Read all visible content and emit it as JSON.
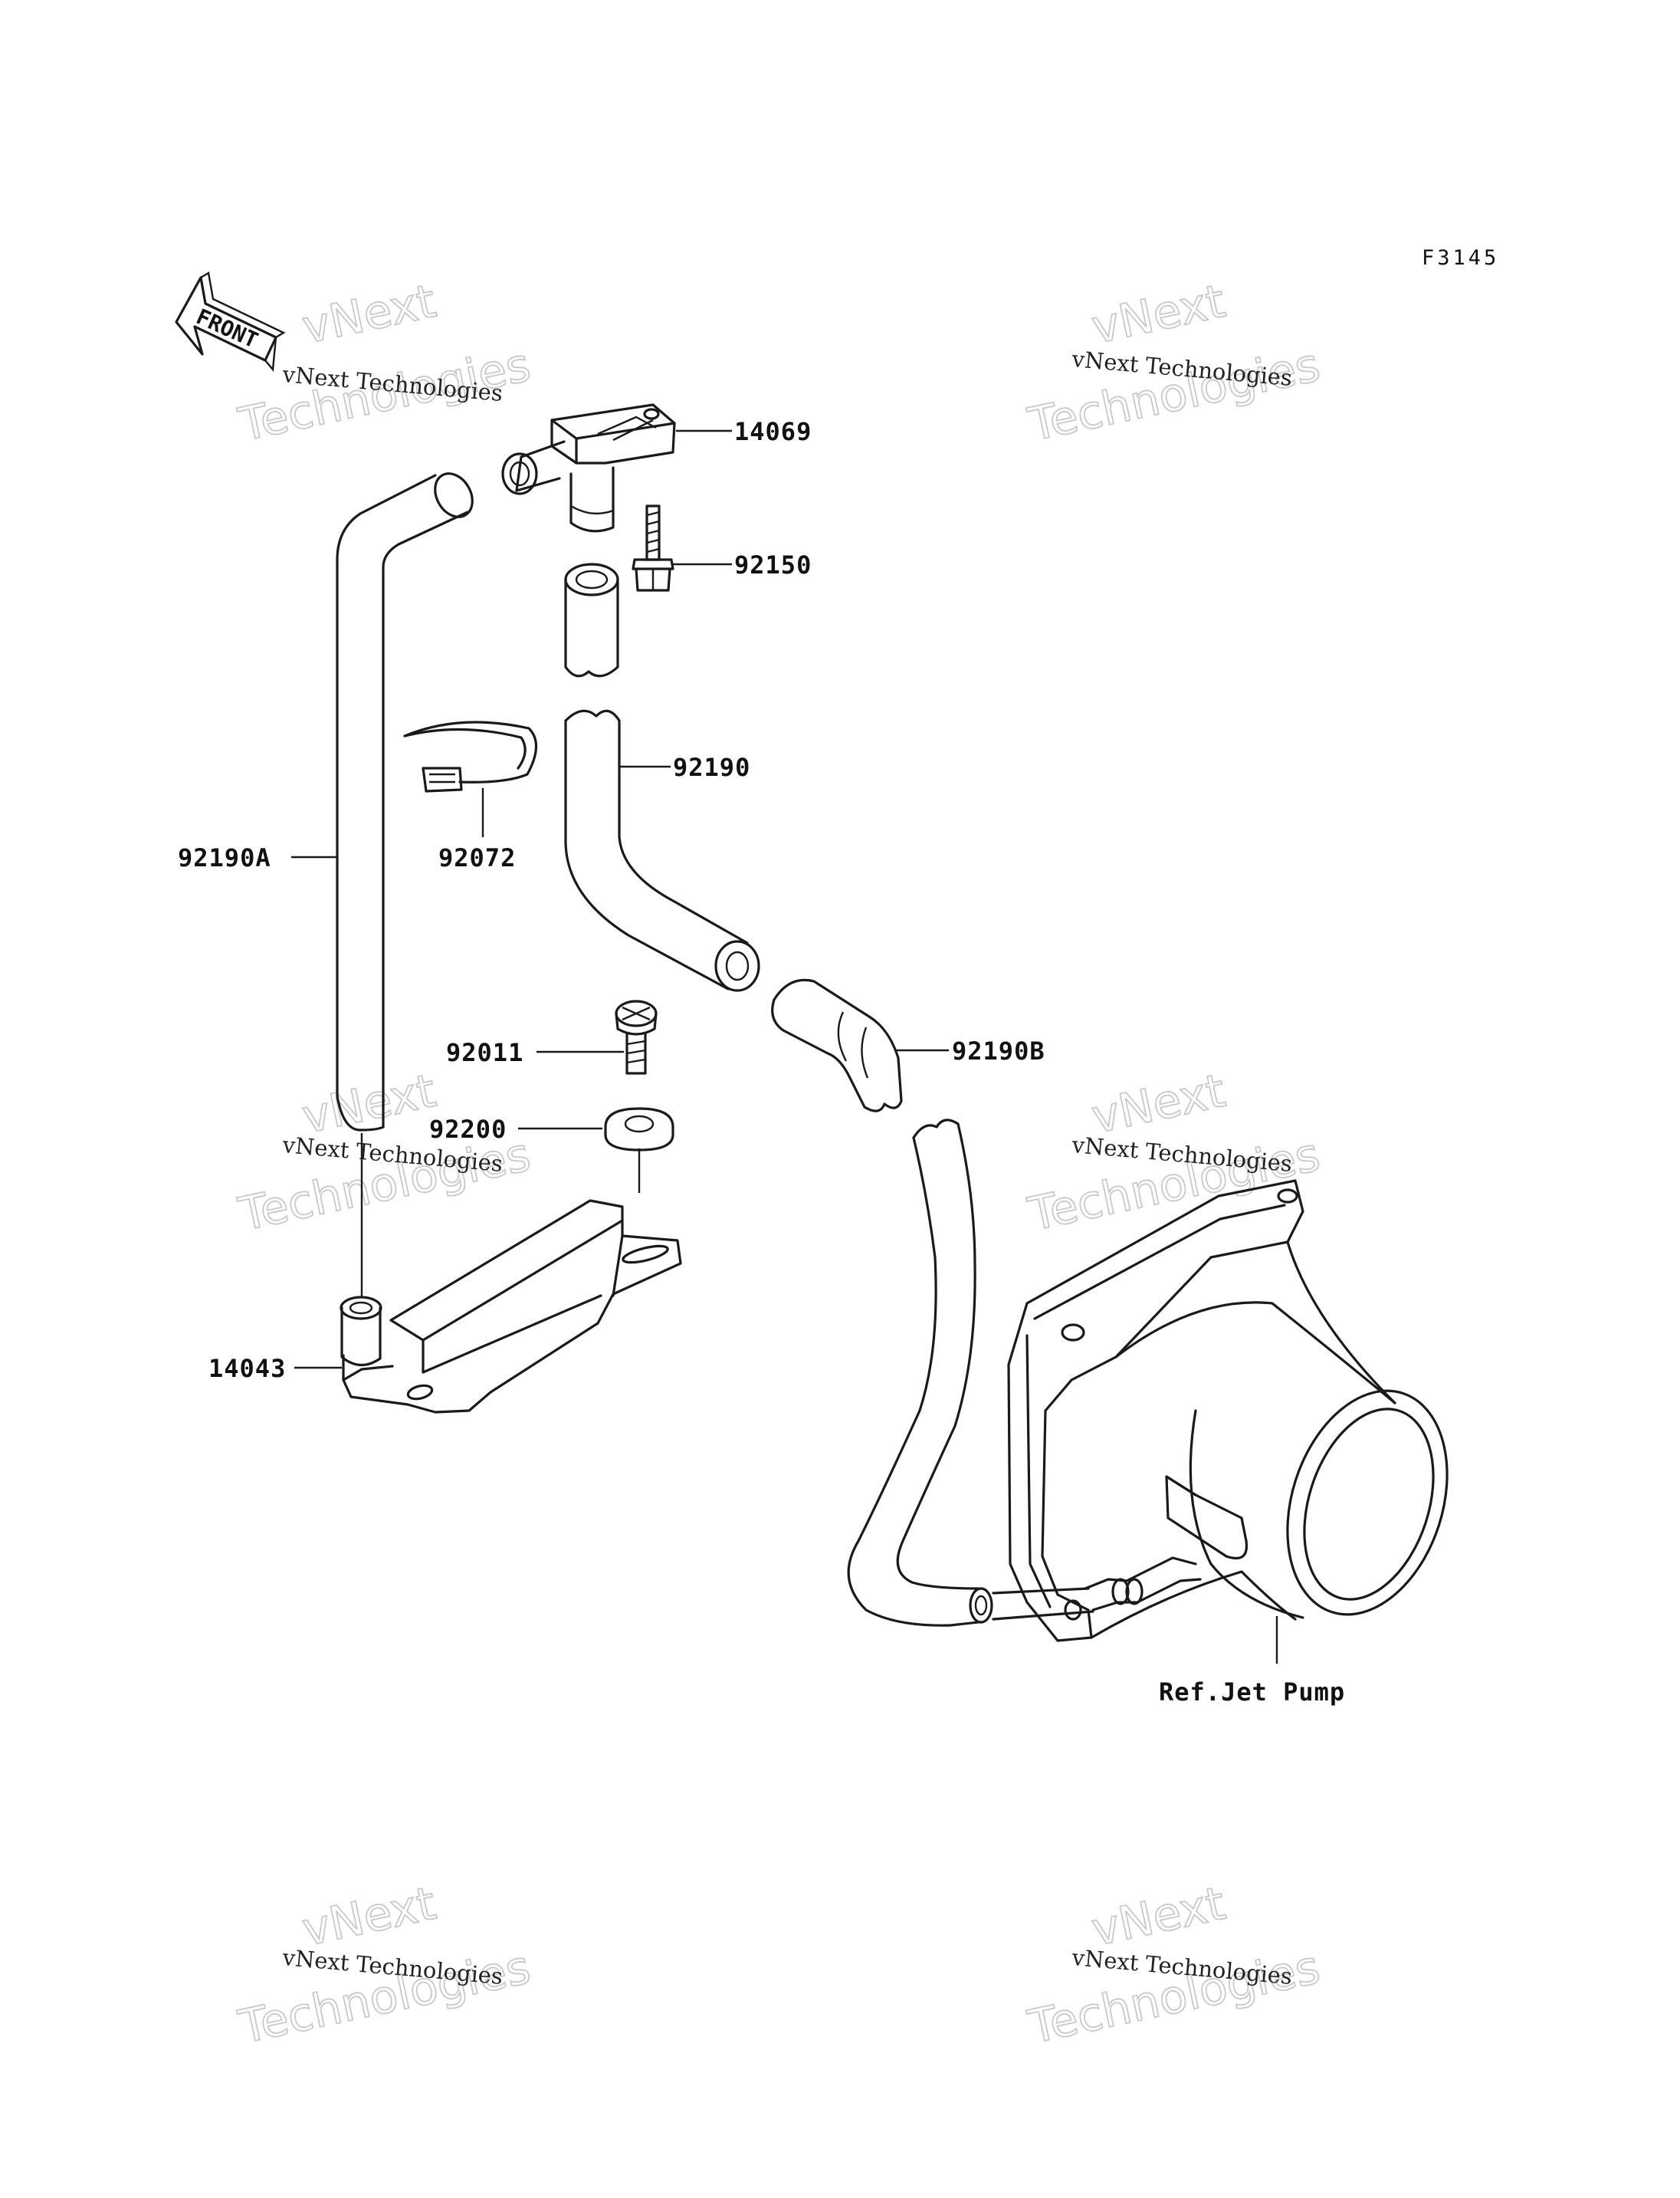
{
  "figure_code": "F3145",
  "front_label": "FRONT",
  "watermark": {
    "brand": "vNext",
    "technologies": "Technologies",
    "full": "vNext Technologies"
  },
  "parts": {
    "p14069": "14069",
    "p92150": "92150",
    "p92190": "92190",
    "p92072": "92072",
    "p92190A": "92190A",
    "p92011": "92011",
    "p92190B": "92190B",
    "p92200": "92200",
    "p14043": "14043"
  },
  "reference": "Ref.Jet Pump"
}
